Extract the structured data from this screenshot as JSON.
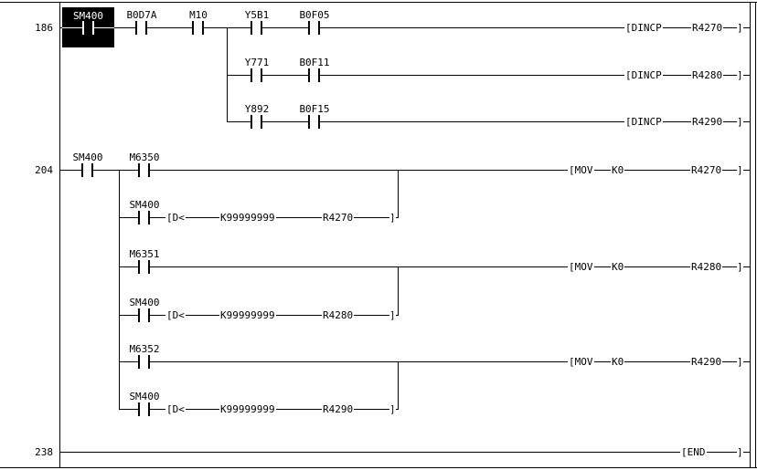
{
  "colors": {
    "background": "#ffffff",
    "wire": "#000000",
    "text": "#000000",
    "cursor_background": "#000000",
    "cursor_text": "#ffffff"
  },
  "symbols": {
    "bracket_open": "[",
    "bracket_close": "]"
  },
  "rung1": {
    "step": "186",
    "row1": {
      "c1": "SM400",
      "c2": "B0D7A",
      "c3": "M10",
      "c4": "Y5B1",
      "c5": "B0F05",
      "mnemonic": "DINCP",
      "operand1": "R4270"
    },
    "row2": {
      "c1": "Y771",
      "c2": "B0F11",
      "mnemonic": "DINCP",
      "operand1": "R4280"
    },
    "row3": {
      "c1": "Y892",
      "c2": "B0F15",
      "mnemonic": "DINCP",
      "operand1": "R4290"
    }
  },
  "rung2": {
    "step": "204",
    "row1": {
      "c1": "SM400",
      "c2": "M6350",
      "mnemonic": "MOV",
      "operand1": "K0",
      "operand2": "R4270"
    },
    "row2": {
      "c1": "SM400",
      "mnemonic": "D<",
      "operand1": "K99999999",
      "operand2": "R4270"
    },
    "row3": {
      "c1": "M6351",
      "mnemonic": "MOV",
      "operand1": "K0",
      "operand2": "R4280"
    },
    "row4": {
      "c1": "SM400",
      "mnemonic": "D<",
      "operand1": "K99999999",
      "operand2": "R4280"
    },
    "row5": {
      "c1": "M6352",
      "mnemonic": "MOV",
      "operand1": "K0",
      "operand2": "R4290"
    },
    "row6": {
      "c1": "SM400",
      "mnemonic": "D<",
      "operand1": "K99999999",
      "operand2": "R4290"
    }
  },
  "rung3": {
    "step": "238",
    "mnemonic": "END"
  }
}
